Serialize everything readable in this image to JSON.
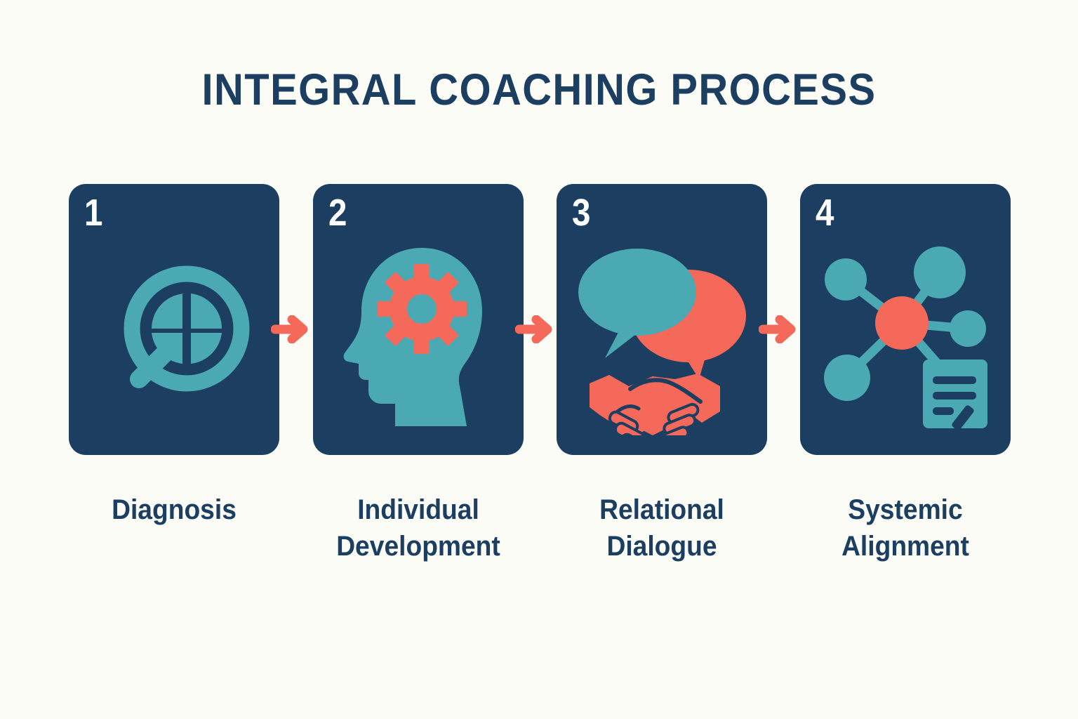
{
  "page": {
    "title": "INTEGRAL COACHING PROCESS",
    "background_color": "#FCFCF7",
    "navy": "#1C3E60",
    "teal": "#4BA9B4",
    "coral": "#F4695A",
    "white": "#FFFFFF"
  },
  "steps": [
    {
      "number": "1",
      "label": "Diagnosis",
      "icon": "magnifying-glass-quadrant-icon",
      "card_color": "#1C3E60",
      "icon_color": "#4BA9B4"
    },
    {
      "number": "2",
      "label": "Individual\nDevelopment",
      "label_line1": "Individual",
      "label_line2": "Development",
      "icon": "head-profile-gear-icon",
      "card_color": "#1C3E60",
      "icon_color": "#4BA9B4",
      "accent_color": "#F4695A"
    },
    {
      "number": "3",
      "label": "Relational\nDialogue",
      "label_line1": "Relational",
      "label_line2": "Dialogue",
      "icon": "speech-bubbles-handshake-icon",
      "card_color": "#1C3E60",
      "icon_color": "#4BA9B4",
      "accent_color": "#F4695A"
    },
    {
      "number": "4",
      "label": "Systemic\nAlignment",
      "label_line1": "Systemic",
      "label_line2": "Alignment",
      "icon": "network-nodes-document-icon",
      "card_color": "#1C3E60",
      "icon_color": "#4BA9B4",
      "accent_color": "#F4695A"
    }
  ],
  "connectors": [
    {
      "icon": "arrow-right-icon",
      "color": "#F4695A",
      "from": "1",
      "to": "2"
    },
    {
      "icon": "arrow-right-icon",
      "color": "#F4695A",
      "from": "2",
      "to": "3"
    },
    {
      "icon": "arrow-right-icon",
      "color": "#F4695A",
      "from": "3",
      "to": "4"
    }
  ]
}
